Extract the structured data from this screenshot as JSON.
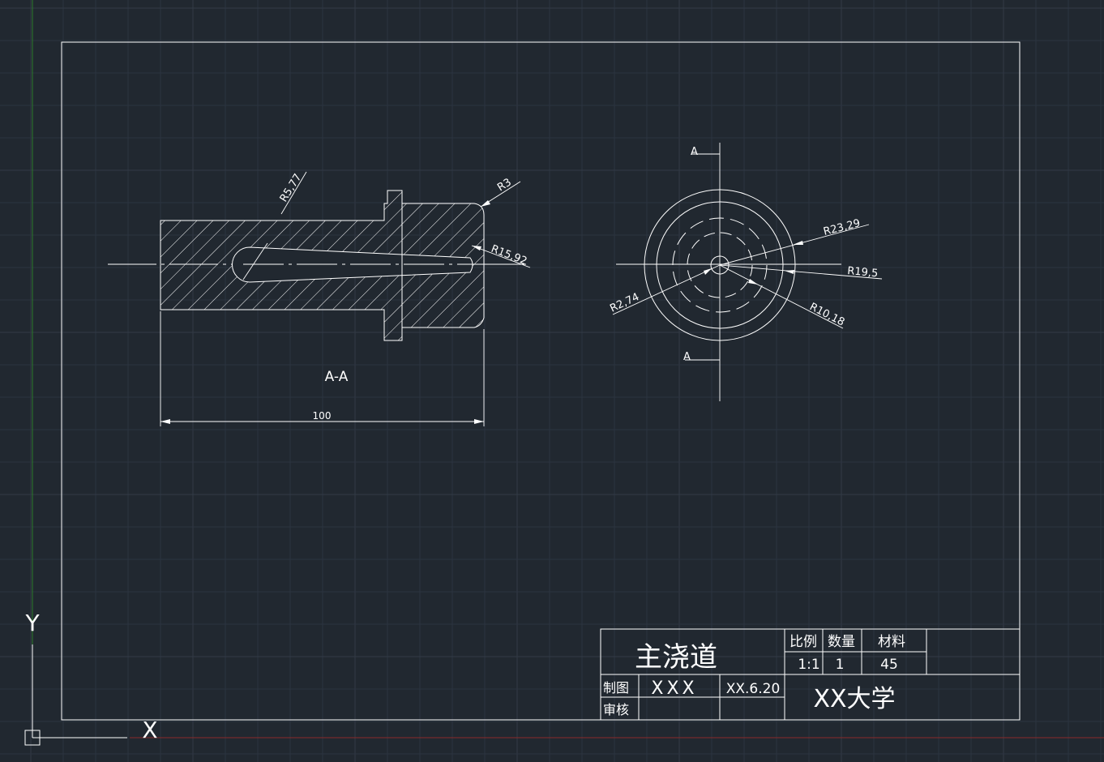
{
  "colors": {
    "background": "#212830",
    "lines": "#ffffff",
    "grid": "#2c3440",
    "ucs_x_axis": "#8b2a2a",
    "ucs_y_axis": "#2a7a2a"
  },
  "section_view": {
    "label": "A-A",
    "dimensions": {
      "length": "100",
      "r_tip": "R5,77",
      "r_corner": "R3",
      "r_seat": "R15,92"
    }
  },
  "end_view": {
    "section_marker_top": "A",
    "section_marker_bottom": "A",
    "dimensions": {
      "r_outer": "R23,29",
      "r_bolt": "R19,5",
      "r_mid": "R10,18",
      "r_bore": "R2,74"
    }
  },
  "title_block": {
    "part_name": "主浇道",
    "scale_label": "比例",
    "quantity_label": "数量",
    "material_label": "材料",
    "scale_value": "1:1",
    "quantity_value": "1",
    "material_value": "45",
    "drawn_by_label": "制图",
    "drawn_by_name": "XXX",
    "date": "XX.6.20",
    "checked_by_label": "审核",
    "institution": "XX大学"
  },
  "ucs": {
    "x_label": "X",
    "y_label": "Y"
  }
}
